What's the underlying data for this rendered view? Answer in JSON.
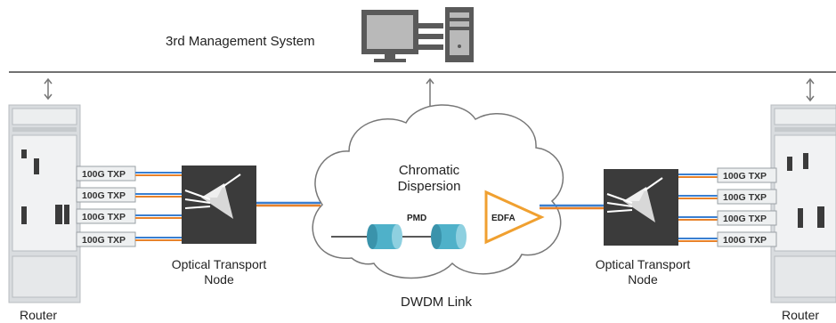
{
  "management": {
    "label": "3rd Management System"
  },
  "left": {
    "router_label": "Router",
    "otn_label_line1": "Optical Transport",
    "otn_label_line2": "Node",
    "txp_labels": [
      "100G TXP",
      "100G TXP",
      "100G TXP",
      "100G TXP"
    ]
  },
  "right": {
    "router_label": "Router",
    "otn_label_line1": "Optical Transport",
    "otn_label_line2": "Node",
    "txp_labels": [
      "100G TXP",
      "100G TXP",
      "100G TXP",
      "100G TXP"
    ]
  },
  "cloud": {
    "title_line1": "Chromatic",
    "title_line2": "Dispersion",
    "pmd_label": "PMD",
    "edfa_label": "EDFA",
    "link_label": "DWDM Link"
  },
  "colors": {
    "fiber_blue": "#3a7fd0",
    "fiber_orange": "#e8822a",
    "node_dark": "#3b3b3b",
    "edfa_orange": "#f0a030",
    "cylinder_teal": "#4fb1c9",
    "router_gray": "#d9dcdf"
  }
}
